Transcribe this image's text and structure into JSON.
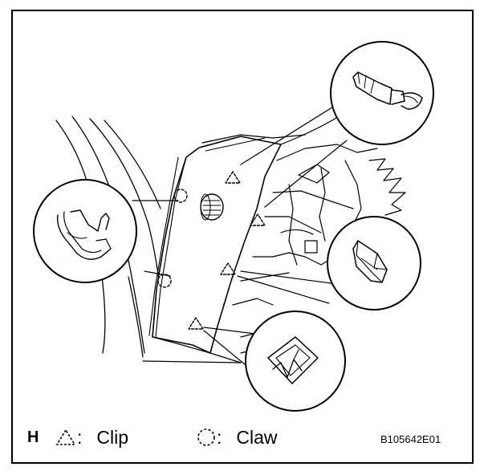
{
  "figure": {
    "view_letter": "H",
    "legend": {
      "clip_label": "Clip",
      "claw_label": "Claw",
      "separator": ":"
    },
    "reference_code": "B105642E01"
  },
  "symbols": {
    "clip": "triangle-dashed-icon",
    "claw": "circle-dashed-icon"
  },
  "counts": {
    "clips": 4,
    "claws": 2
  }
}
